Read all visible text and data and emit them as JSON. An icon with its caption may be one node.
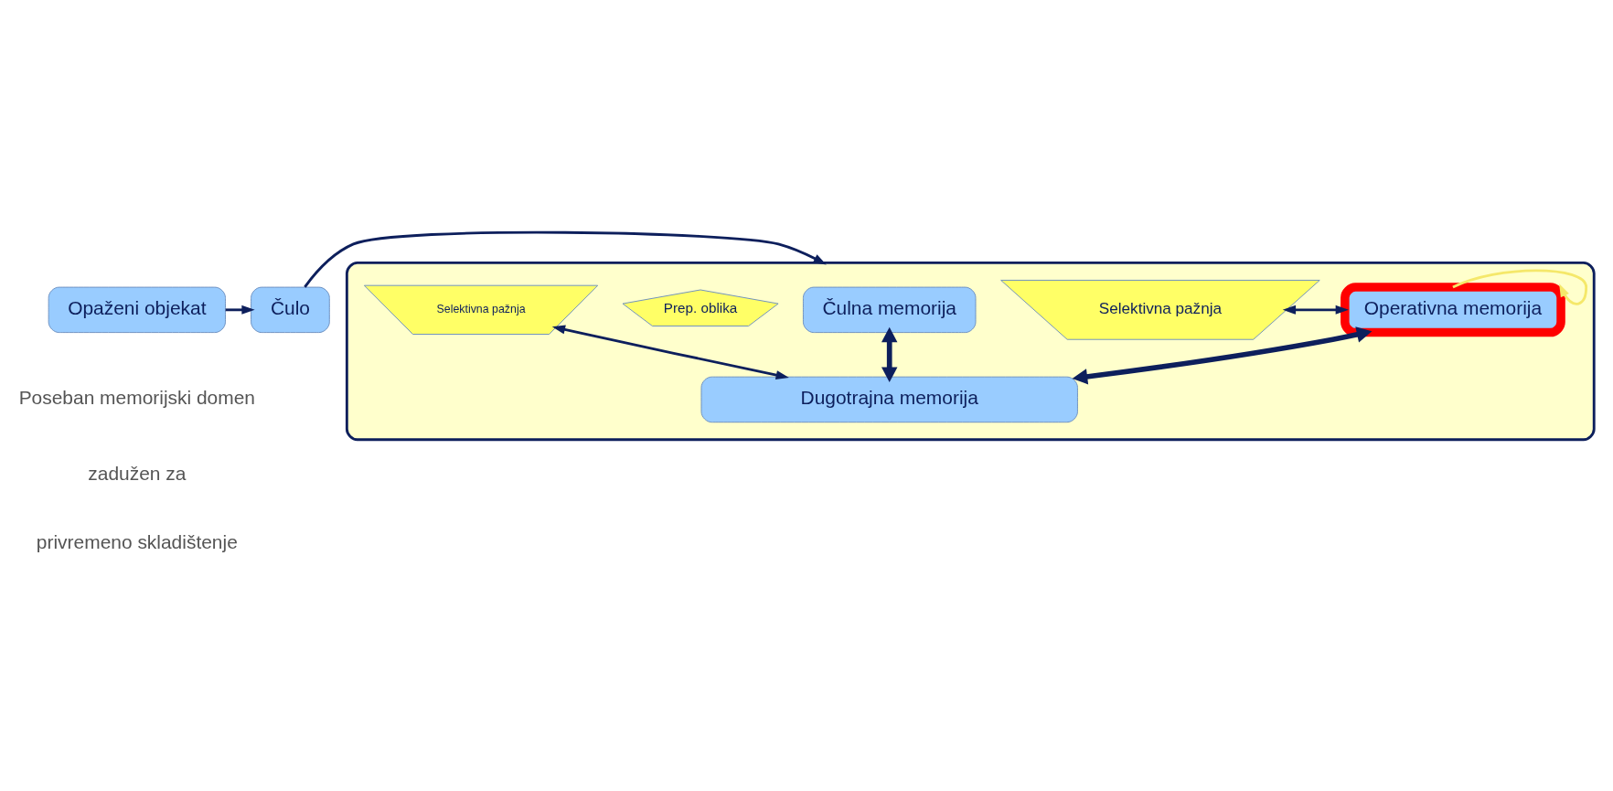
{
  "diagram": {
    "nodes": [
      {
        "text": [
          "Opaženi objekat"
        ]
      },
      {
        "text": [
          "Čulo"
        ]
      },
      {
        "text": [],
        "shape": "box"
      },
      {
        "text": [
          "Čulna memorija"
        ],
        "in": 2
      },
      {
        "text": [
          "Selektivna pažnja"
        ],
        "in": 2
      },
      {
        "text": [
          "Operativna memorija"
        ],
        "in": 2
      },
      {
        "text": [
          "Selektivna pažnja"
        ],
        "in": 2
      },
      {
        "text": [
          "Prep. oblika"
        ],
        "in": 2
      },
      {
        "text": [
          "Dugotrajna memorija"
        ],
        "in": 2
      }
    ],
    "edges": [
      {
        "from": 0,
        "to": 1,
        "arrow": "to"
      },
      {
        "from": 1,
        "to": 2,
        "arrow": "to"
      },
      {
        "from": 4,
        "to": 5,
        "arrow": "both"
      },
      {
        "from": 5,
        "to": 5,
        "arrow": "to",
        "color": "#f5e86a"
      },
      {
        "from": 3,
        "to": 8,
        "arrow": "both",
        "style": "thick"
      },
      {
        "from": 6,
        "to": 8,
        "arrow": "both"
      },
      {
        "from": 5,
        "to": 8,
        "arrow": "both",
        "style": "thick"
      }
    ],
    "labels": [
      "Poseban memorijski domen",
      "zadužen za",
      "privremeno skladištenje"
    ]
  }
}
